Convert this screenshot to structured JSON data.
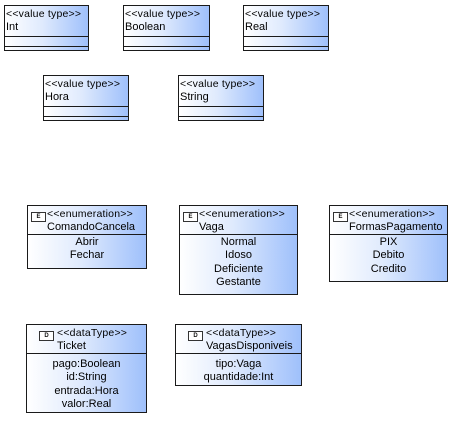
{
  "value_types": [
    {
      "stereotype": "<<value type>>",
      "name": "Int"
    },
    {
      "stereotype": "<<value type>>",
      "name": "Boolean"
    },
    {
      "stereotype": "<<value type>>",
      "name": "Real"
    },
    {
      "stereotype": "<<value type>>",
      "name": "Hora"
    },
    {
      "stereotype": "<<value type>>",
      "name": "String"
    }
  ],
  "enumerations": [
    {
      "stereotype": "<<enumeration>>",
      "name": "ComandoCancela",
      "icon": "enumeration-icon",
      "icon_text": "E",
      "literals": [
        "Abrir",
        "Fechar"
      ]
    },
    {
      "stereotype": "<<enumeration>>",
      "name": "Vaga",
      "icon": "enumeration-icon",
      "icon_text": "E",
      "literals": [
        "Normal",
        "Idoso",
        "Deficiente",
        "Gestante"
      ]
    },
    {
      "stereotype": "<<enumeration>>",
      "name": "FormasPagamento",
      "icon": "enumeration-icon",
      "icon_text": "E",
      "literals": [
        "PIX",
        "Debito",
        "Credito"
      ]
    }
  ],
  "data_types": [
    {
      "stereotype": "<<dataType>>",
      "name": "Ticket",
      "icon": "datatype-icon",
      "icon_text": "D",
      "attributes": [
        "pago:Boolean",
        "id:String",
        "entrada:Hora",
        "valor:Real"
      ]
    },
    {
      "stereotype": "<<dataType>>",
      "name": "VagasDisponiveis",
      "icon": "datatype-icon",
      "icon_text": "D",
      "attributes": [
        "tipo:Vaga",
        "quantidade:Int"
      ]
    }
  ]
}
